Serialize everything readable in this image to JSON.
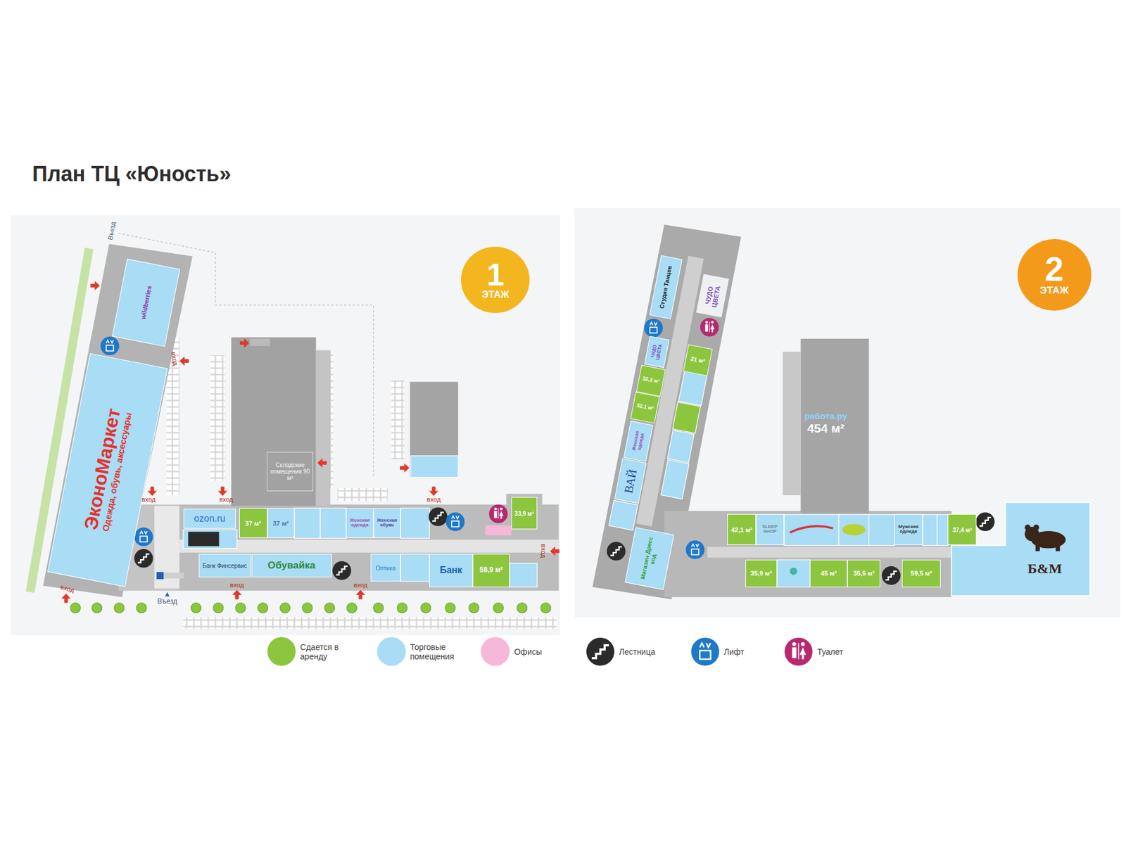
{
  "diagram": {
    "title": "План ТЦ «Юность»",
    "nodes": [
      {
        "text": [
          "1",
          "ЭТАЖ"
        ]
      },
      {
        "text": [
          "wildberries"
        ]
      },
      {
        "text": [
          "ЭконоМаркет",
          "Одежда, обувь, аксессуары"
        ]
      },
      {
        "text": [
          "Складские помещения 90 м²"
        ]
      },
      {
        "text": [
          "ozon.ru"
        ]
      },
      {
        "text": [
          "37 м²"
        ]
      },
      {
        "text": [
          "37 м²"
        ]
      },
      {
        "text": [
          "Женская одежда"
        ]
      },
      {
        "text": [
          "Женская обувь"
        ]
      },
      {
        "text": [
          "33,9 м²"
        ]
      },
      {
        "text": [
          "Банк Финсервис"
        ]
      },
      {
        "text": [
          "Обувайка"
        ]
      },
      {
        "text": [
          "Оптика"
        ]
      },
      {
        "text": [
          "Банк"
        ]
      },
      {
        "text": [
          "58,9 м²"
        ]
      },
      {
        "text": [
          "2",
          "ЭТАЖ"
        ]
      },
      {
        "text": [
          "Студия Танцев"
        ]
      },
      {
        "text": [
          "ЧУДО ЦВЕТА"
        ]
      },
      {
        "text": [
          "ЧУДО ЦВЕТА"
        ]
      },
      {
        "text": [
          "21 м²"
        ]
      },
      {
        "text": [
          "32,2 м²"
        ]
      },
      {
        "text": [
          "32,1 м²"
        ]
      },
      {
        "text": [
          "Женская одежда"
        ]
      },
      {
        "text": [
          "ВАЙ"
        ]
      },
      {
        "text": [
          "Магазин Дресс код"
        ]
      },
      {
        "text": [
          "работа.ру",
          "454 м²"
        ]
      },
      {
        "text": [
          "42,1 м²"
        ]
      },
      {
        "text": [
          "SLEEP SHOP"
        ]
      },
      {
        "text": [
          "Мужская одежда"
        ]
      },
      {
        "text": [
          "37,4 м²"
        ]
      },
      {
        "text": [
          "Б&М"
        ]
      },
      {
        "text": [
          "35,9 м²"
        ]
      },
      {
        "text": [
          "45 м²"
        ]
      },
      {
        "text": [
          "35,5 м²"
        ]
      },
      {
        "text": [
          "59,5 м²"
        ]
      }
    ],
    "labels": [
      "Въезд",
      "вход",
      "вход",
      "вход",
      "вход",
      "вход",
      "вход",
      "вход",
      "вход",
      "Въезд"
    ],
    "legend": [
      {
        "text": "Сдается в аренду",
        "color": "#8cc63f"
      },
      {
        "text": "Торговые помещения",
        "color": "#a9dcf5"
      },
      {
        "text": "Офисы",
        "color": "#f5b8d8"
      },
      {
        "text": "Лестница"
      },
      {
        "text": "Лифт"
      },
      {
        "text": "Туалет"
      }
    ]
  }
}
